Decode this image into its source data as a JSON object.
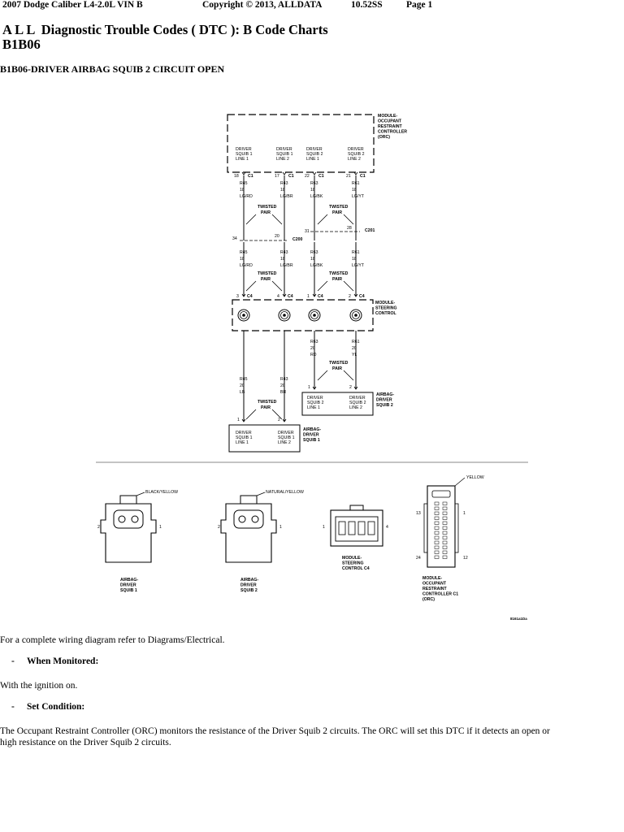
{
  "header": {
    "vehicle": "2007 Dodge Caliber L4-2.0L VIN B",
    "copyright": "Copyright © 2013, ALLDATA",
    "version": "10.52SS",
    "page": "Page 1"
  },
  "title": {
    "line1": "A L L  Diagnostic Trouble Codes ( DTC ): B Code Charts",
    "line2": "B1B06"
  },
  "subtitle": "B1B06-DRIVER AIRBAG SQUIB 2 CIRCUIT OPEN",
  "diagram": {
    "orc_label": [
      "MODULE-",
      "OCCUPANT",
      "RESTRAINT",
      "CONTROLLER",
      "(ORC)"
    ],
    "orc_pins": [
      {
        "name": [
          "DRIVER",
          "SQUIB 1",
          "LINE 1"
        ],
        "pin": "18",
        "conn": "C1"
      },
      {
        "name": [
          "DRIVER",
          "SQUIB 1",
          "LINE 2"
        ],
        "pin": "17",
        "conn": "C1"
      },
      {
        "name": [
          "DRIVER",
          "SQUIB 2",
          "LINE 1"
        ],
        "pin": "22",
        "conn": "C1"
      },
      {
        "name": [
          "DRIVER",
          "SQUIB 2",
          "LINE 2"
        ],
        "pin": "21",
        "conn": "C1"
      }
    ],
    "wires_top": [
      [
        "R45",
        "18",
        "LG/RD"
      ],
      [
        "R43",
        "18",
        "LG/BR"
      ],
      [
        "R63",
        "18",
        "LG/BK"
      ],
      [
        "R61",
        "18",
        "LG/YT"
      ]
    ],
    "twisted_pair": [
      "TWISTED",
      "PAIR"
    ],
    "c200": {
      "pin_left": "34",
      "pin_right": "20",
      "label": "C200"
    },
    "c201": {
      "pin_left": "31",
      "pin_right": "28",
      "label": "C201"
    },
    "wires_mid": [
      [
        "R45",
        "18",
        "LG/RD"
      ],
      [
        "R43",
        "18",
        "LG/BR"
      ],
      [
        "R63",
        "18",
        "LG/BK"
      ],
      [
        "R61",
        "18",
        "LG/YT"
      ]
    ],
    "c4_pins": [
      {
        "pin": "3",
        "conn": "C4"
      },
      {
        "pin": "4",
        "conn": "C4"
      },
      {
        "pin": "1",
        "conn": "C4"
      },
      {
        "pin": "2",
        "conn": "C4"
      }
    ],
    "steering_label": [
      "MODULE-",
      "STEERING",
      "CONTROL"
    ],
    "wires_squib2": [
      [
        "R63",
        "20",
        "RD"
      ],
      [
        "R61",
        "20",
        "YL"
      ]
    ],
    "squib2_pins": [
      "1",
      "2"
    ],
    "squib2_box": [
      [
        "DRIVER",
        "SQUIB 2",
        "LINE 1"
      ],
      [
        "DRIVER",
        "SQUIB 2",
        "LINE 2"
      ]
    ],
    "squib2_label": [
      "AIRBAG-",
      "DRIVER",
      "SQUIB 2"
    ],
    "wires_squib1": [
      [
        "R45",
        "20",
        "LB"
      ],
      [
        "R43",
        "20",
        "BR"
      ]
    ],
    "squib1_pins": [
      "1",
      "2"
    ],
    "squib1_box": [
      [
        "DRIVER",
        "SQUIB 1",
        "LINE 1"
      ],
      [
        "DRIVER",
        "SQUIB 1",
        "LINE 2"
      ]
    ],
    "squib1_label": [
      "AIRBAG-",
      "DRIVER",
      "SQUIB 1"
    ],
    "connectors": [
      {
        "color": "BLACK/YELLOW",
        "pins": [
          "2",
          "1"
        ],
        "label": [
          "AIRBAG-",
          "DRIVER",
          "SQUIB 1"
        ]
      },
      {
        "color": "NATURAL/YELLOW",
        "pins": [
          "2",
          "1"
        ],
        "label": [
          "AIRBAG-",
          "DRIVER",
          "SQUIB 2"
        ]
      },
      {
        "color": "",
        "pins": [
          "1",
          "4"
        ],
        "label": [
          "MODULE-",
          "STEERING",
          "CONTROL C4"
        ]
      },
      {
        "color": "YELLOW",
        "pins": [
          "13",
          "1",
          "24",
          "12"
        ],
        "label": [
          "MODULE-",
          "OCCUPANT",
          "RESTRAINT",
          "CONTROLLER C1",
          "(ORC)"
        ]
      }
    ],
    "figure_id": "8161a1Da"
  },
  "body": {
    "diagram_ref": "For a complete wiring diagram refer to Diagrams/Electrical.",
    "bullet_dash": "-",
    "when_monitored_label": "When Monitored:",
    "when_monitored_text": "With the ignition on.",
    "set_condition_label": "Set Condition:",
    "set_condition_line1": "The Occupant Restraint Controller (ORC) monitors the resistance of the Driver Squib 2 circuits. The ORC will set this DTC if it detects an open or",
    "set_condition_line2": "high resistance on the Driver Squib 2 circuits."
  }
}
